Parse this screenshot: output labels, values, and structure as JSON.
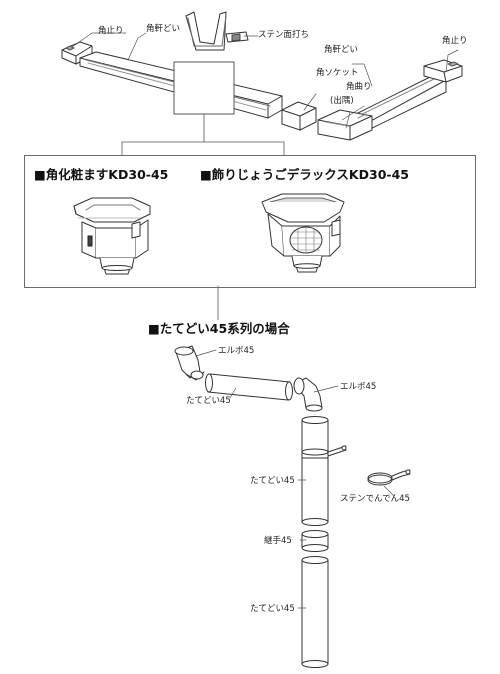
{
  "top_labels": {
    "kadome_left": "角止り",
    "kakunokidoi_left": "角軒どい",
    "sten_menuchi": "ステン面打ち",
    "kakunokidoi_right": "角軒どい",
    "kadome_right": "角止り",
    "kakusocket": "角ソケット",
    "kakumagari": "角曲り",
    "desumi": "(出隅)"
  },
  "products": {
    "left_title": "■角化粧ますKD30-45",
    "right_title": "■飾りじょうごデラックスKD30-45"
  },
  "section": {
    "title": "■たてどい45系列の場合"
  },
  "parts_labels": {
    "elbow_1": "エルボ45",
    "tatedoi_1": "たてどい45",
    "elbow_2": "エルボ45",
    "tatedoi_2": "たてどい45",
    "sten_denden": "ステンでんでん45",
    "tsugite": "継手45",
    "tatedoi_3": "たてどい45"
  }
}
